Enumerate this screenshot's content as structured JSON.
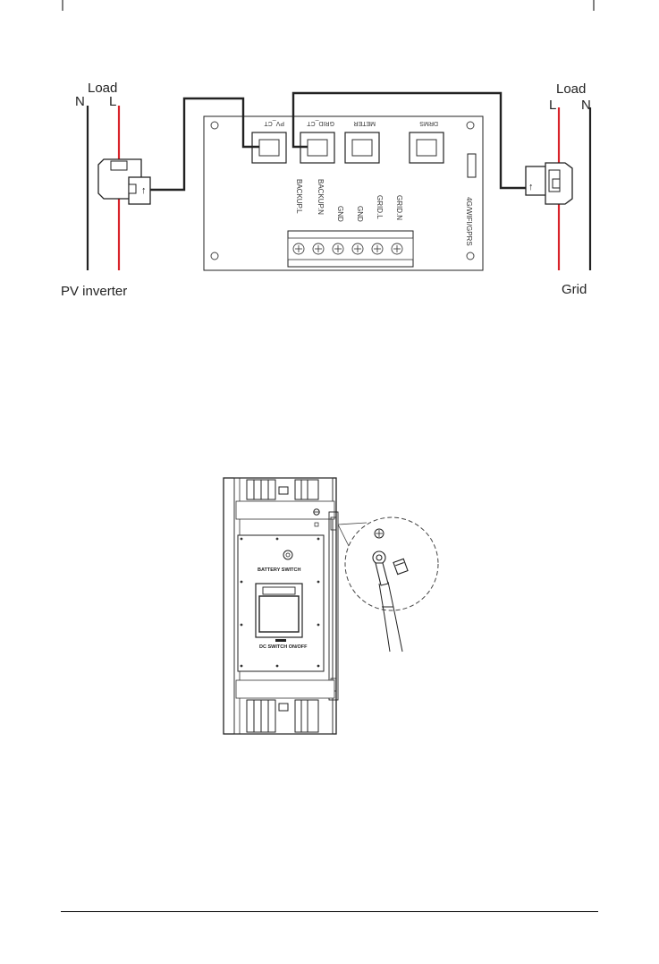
{
  "wiring_diagram": {
    "left": {
      "load": "Load",
      "n": "N",
      "l": "L",
      "source": "PV  inverter"
    },
    "right": {
      "load": "Load",
      "l": "L",
      "n": "N",
      "source": "Grid"
    },
    "board": {
      "ports": [
        "PV_CT",
        "GRID_CT",
        "METER",
        "DRMS"
      ],
      "terminals": [
        "BACKUP.L",
        "BACKUP.N",
        "GND",
        "GND",
        "GRID.L",
        "GRID.N"
      ],
      "module": "4G/WIFI/GPRS"
    },
    "colors": {
      "line_L": "#d8232a",
      "line_N": "#222222",
      "wire": "#222222"
    }
  },
  "battery_diagram": {
    "switch_label": "BATTERY SWITCH",
    "dc_label": "DC SWITCH ON/OFF"
  }
}
